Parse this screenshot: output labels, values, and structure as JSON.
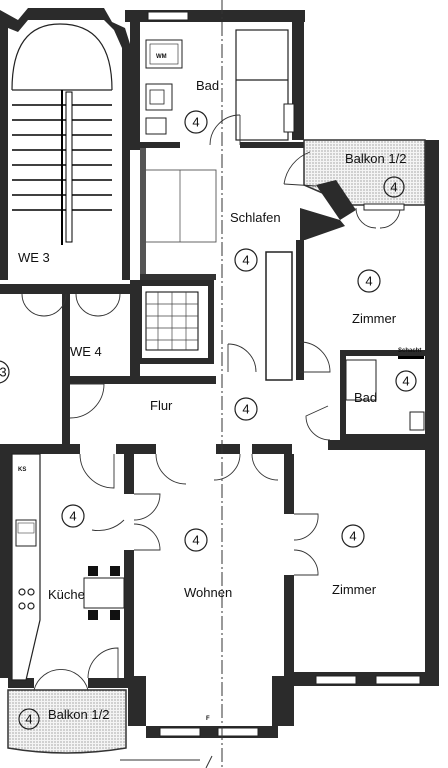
{
  "plan": {
    "rooms": {
      "bad_top": "Bad",
      "balkon_right": "Balkon 1/2",
      "schlafen": "Schlafen",
      "we3": "WE 3",
      "we4": "WE 4",
      "zimmer_right": "Zimmer",
      "flur": "Flur",
      "bad_small": "Bad",
      "kueche": "Küche",
      "wohnen": "Wohnen",
      "zimmer_bottom": "Zimmer",
      "balkon_bottom": "Balkon 1/2"
    },
    "unit_number": "4",
    "partial_marker": "3",
    "fixture_labels": {
      "wm": "WM",
      "ks": "KS",
      "schacht": "Schacht",
      "f": "F"
    },
    "colors": {
      "wall": "#2b2b2b",
      "stair": "#000000",
      "background": "#ffffff"
    }
  }
}
